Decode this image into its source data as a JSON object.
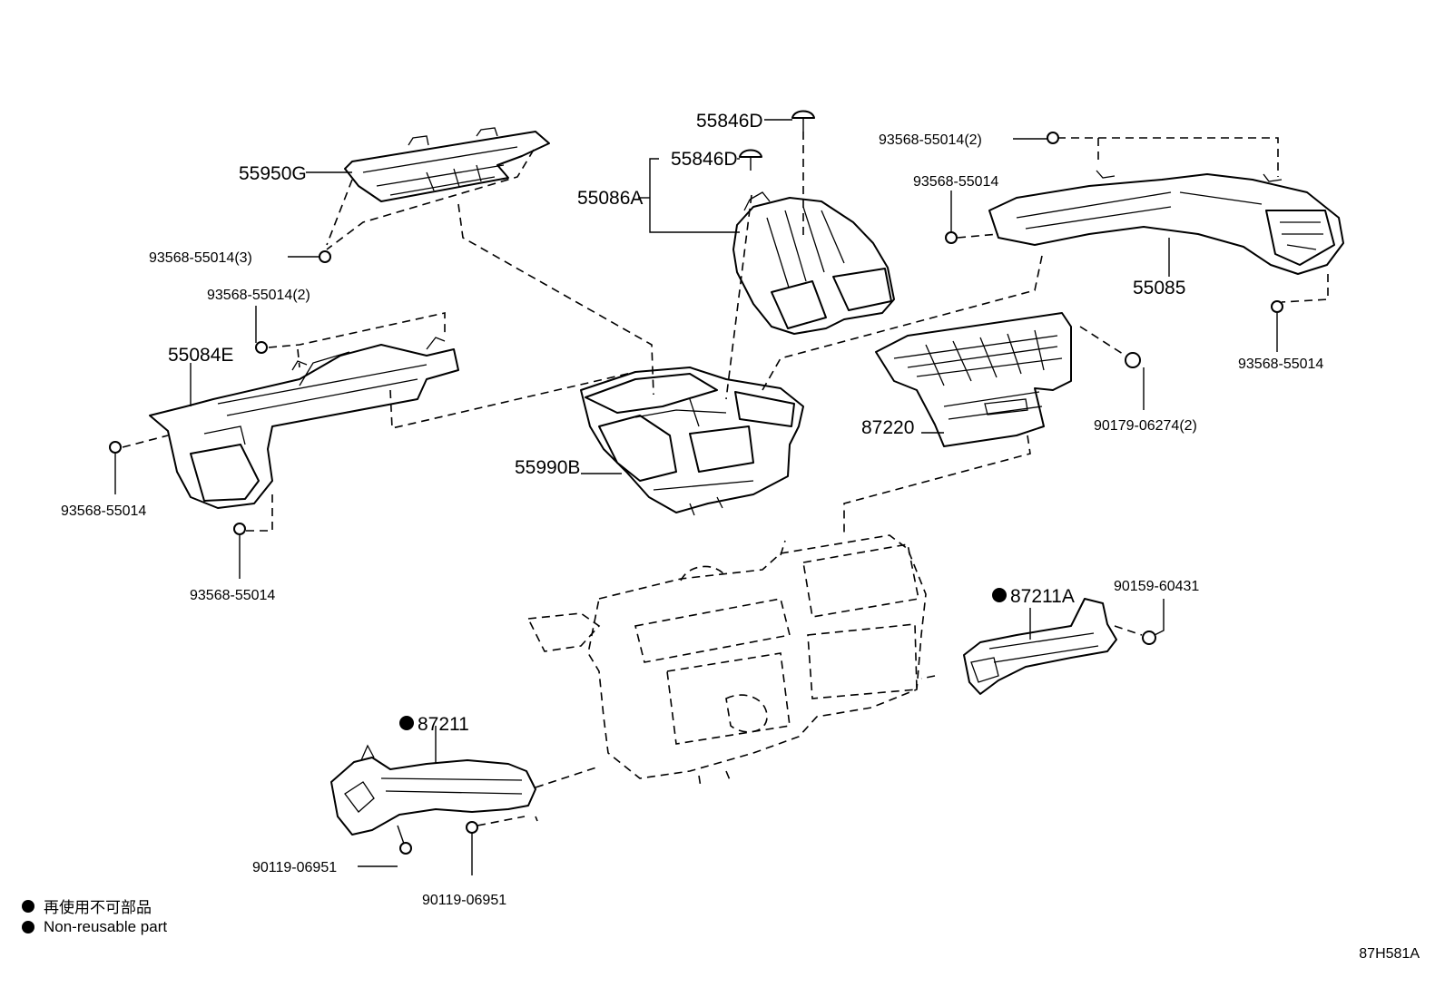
{
  "labels": {
    "p55950G": "55950G",
    "p93568_3": "93568-55014(3)",
    "p55846D_a": "55846D",
    "p55846D_b": "55846D",
    "p55086A": "55086A",
    "p93568_2_right": "93568-55014(2)",
    "p93568_right_upper": "93568-55014",
    "p55085": "55085",
    "p93568_right_lower": "93568-55014",
    "p93568_2_left": "93568-55014(2)",
    "p55084E": "55084E",
    "p93568_left_a": "93568-55014",
    "p93568_left_b": "93568-55014",
    "p55990B": "55990B",
    "p87220": "87220",
    "p90179": "90179-06274(2)",
    "p87211A": "87211A",
    "p90159": "90159-60431",
    "p87211": "87211",
    "p90119_a": "90119-06951",
    "p90119_b": "90119-06951"
  },
  "legend": {
    "line1": "再使用不可部品",
    "line2": "Non-reusable part"
  },
  "figure_code": "87H581A"
}
